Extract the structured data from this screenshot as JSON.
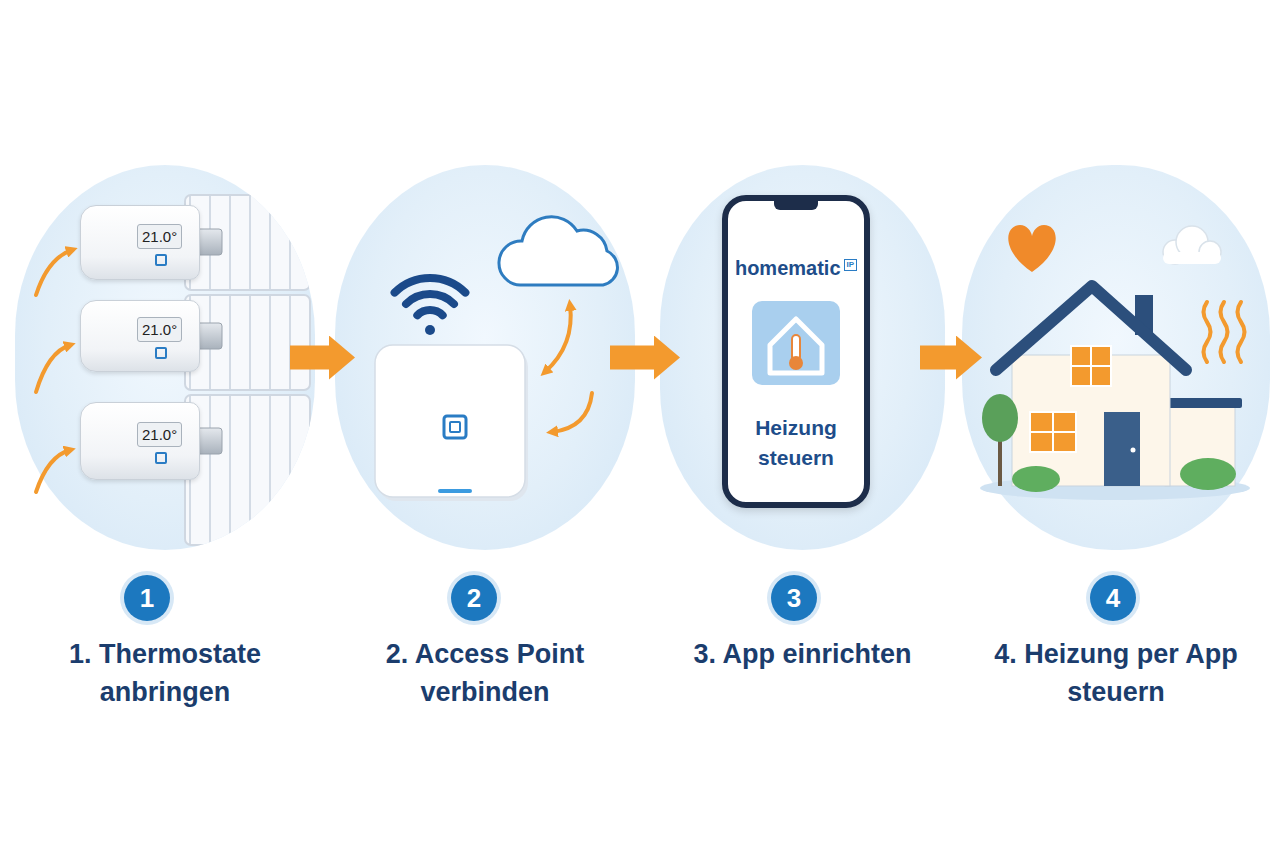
{
  "diagram": {
    "nodes": [
      {
        "text": [
          "1. Thermostate anbringen"
        ]
      },
      {
        "text": [
          "2. Access Point verbinden"
        ]
      },
      {
        "text": [
          "3. App einrichten"
        ]
      },
      {
        "text": [
          "4. Heizung per App steuern"
        ]
      },
      {
        "text": [
          "1"
        ]
      },
      {
        "text": [
          "2"
        ]
      },
      {
        "text": [
          "3"
        ]
      },
      {
        "text": [
          "4"
        ]
      },
      {
        "text": [
          "21.0°"
        ],
        "in": 0
      },
      {
        "text": [
          "21.0°"
        ],
        "in": 0
      },
      {
        "text": [
          "21.0°"
        ],
        "in": 0
      },
      {
        "text": [
          "homematic",
          "IP",
          "Heizung steuern"
        ],
        "in": 2
      }
    ],
    "edges": [
      {
        "from": 0,
        "to": 1,
        "arrow": "to"
      },
      {
        "from": 1,
        "to": 2,
        "arrow": "to"
      },
      {
        "from": 2,
        "to": 3,
        "arrow": "to"
      }
    ]
  }
}
